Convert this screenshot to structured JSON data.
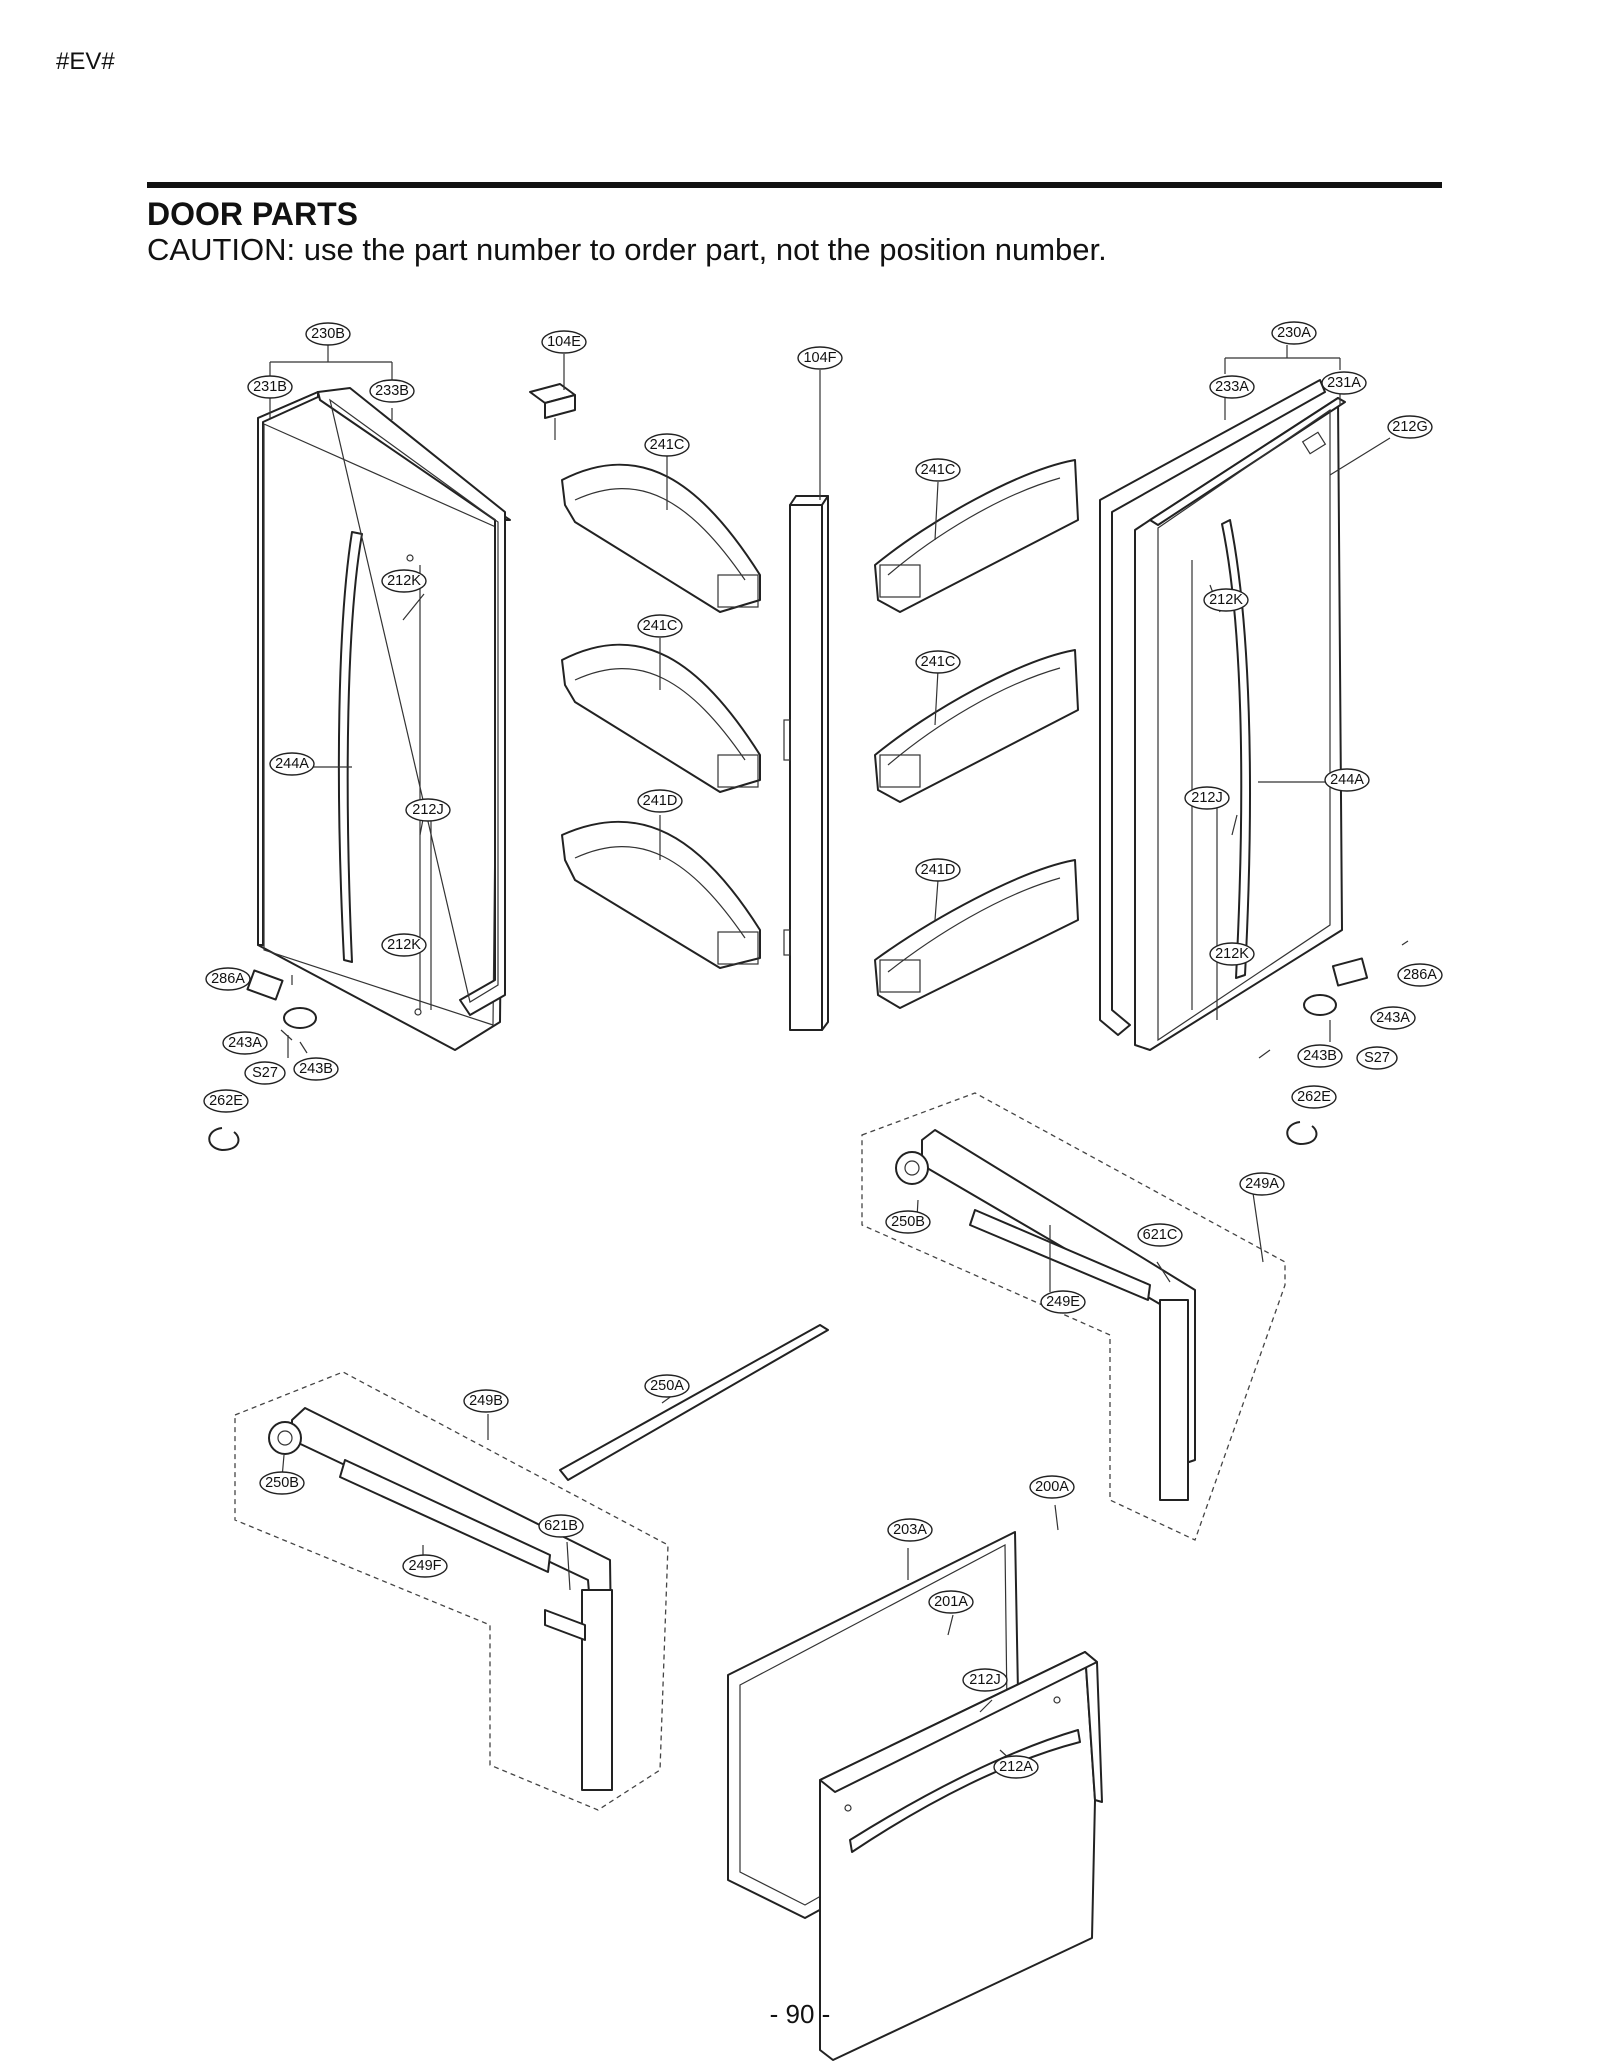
{
  "header": {
    "code": "#EV#"
  },
  "title": "DOOR PARTS",
  "caution": "CAUTION: use the part number to order part, not the position number.",
  "footer": {
    "page": "- 90 -"
  },
  "callouts": [
    "230B",
    "231B",
    "233B",
    "104E",
    "241C",
    "104F",
    "241C",
    "241C",
    "241C",
    "241D",
    "241D",
    "230A",
    "233A",
    "231A",
    "212G",
    "212K",
    "212K",
    "212K",
    "212K",
    "212J",
    "212J",
    "244A",
    "244A",
    "286A",
    "286A",
    "243A",
    "243A",
    "243B",
    "243B",
    "S27",
    "S27",
    "262E",
    "262E",
    "249A",
    "250B",
    "621C",
    "249E",
    "250A",
    "249B",
    "250B",
    "621B",
    "249F",
    "200A",
    "203A",
    "201A",
    "212J",
    "212A"
  ]
}
